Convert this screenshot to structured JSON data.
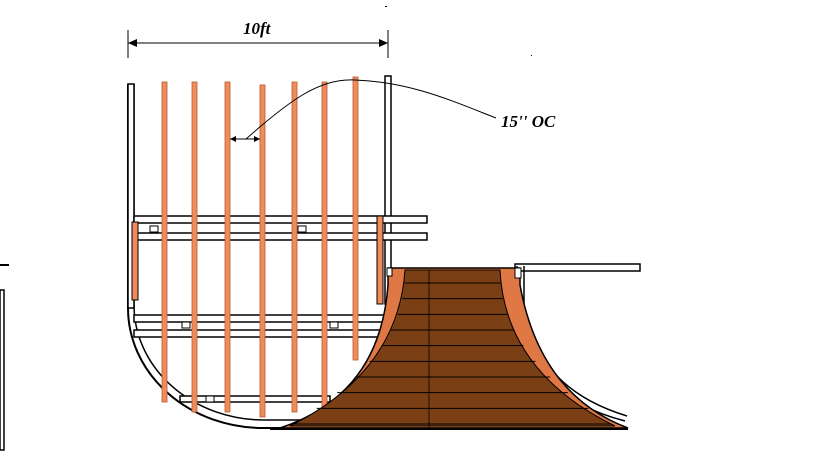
{
  "dimension_label": "10ft",
  "spacing_label": "15'' OC",
  "colors": {
    "joist": "#f08c5c",
    "joist_edge": "#b85a30",
    "deck_fill": "#7b3f16",
    "deck_edge": "#e07845",
    "board_line": "#000000",
    "frame": "#000000",
    "background": "#ffffff"
  },
  "joist_count": 7,
  "deck_board_count": 10
}
